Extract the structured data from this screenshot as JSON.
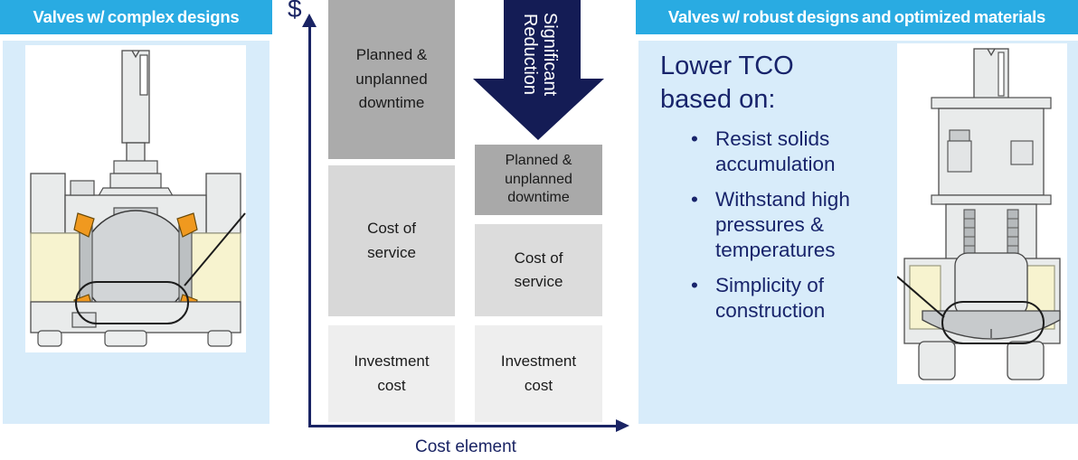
{
  "colors": {
    "header_cyan": "#29abe2",
    "panel_blue": "#d8ecfa",
    "navy_text": "#18246b",
    "axis_navy": "#1a2464",
    "arrow_navy": "#141c55",
    "box_dark_gray": "#ababab",
    "box_mid_gray": "#d8d8d8",
    "box_light_gray": "#eeeeee",
    "seat_orange": "#f0991f",
    "bore_yellow": "#f7f3cf"
  },
  "left_panel": {
    "header": "Valves w/ complex designs"
  },
  "right_panel": {
    "header": "Valves w/ robust designs and optimized materials",
    "title": "Lower TCO based on:",
    "bullet_char": "•",
    "bullets": [
      "Resist solids accumulation",
      "Withstand high pressures & temperatures",
      "Simplicity of construction"
    ]
  },
  "chart": {
    "y_axis_label": "$",
    "x_axis_label": "Cost element",
    "arrow": {
      "line1": "Significant",
      "line2": "Reduction"
    },
    "box_labels": {
      "downtime": "Planned & unplanned downtime",
      "service": "Cost of service",
      "investment": "Investment cost"
    }
  },
  "chart_data": {
    "type": "bar",
    "stacked": true,
    "categories": [
      "Valves w/ complex designs",
      "Valves w/ robust designs and optimized materials"
    ],
    "series": [
      {
        "name": "Investment cost",
        "values": [
          107,
          107
        ]
      },
      {
        "name": "Cost of service",
        "values": [
          167,
          102
        ]
      },
      {
        "name": "Planned & unplanned downtime",
        "values": [
          176,
          78
        ]
      }
    ],
    "xlabel": "Cost element",
    "ylabel": "$",
    "annotation": "Significant Reduction",
    "legend": "none",
    "grid": false,
    "units": "relative cost (unitless, heights proportional to screenshot)"
  }
}
